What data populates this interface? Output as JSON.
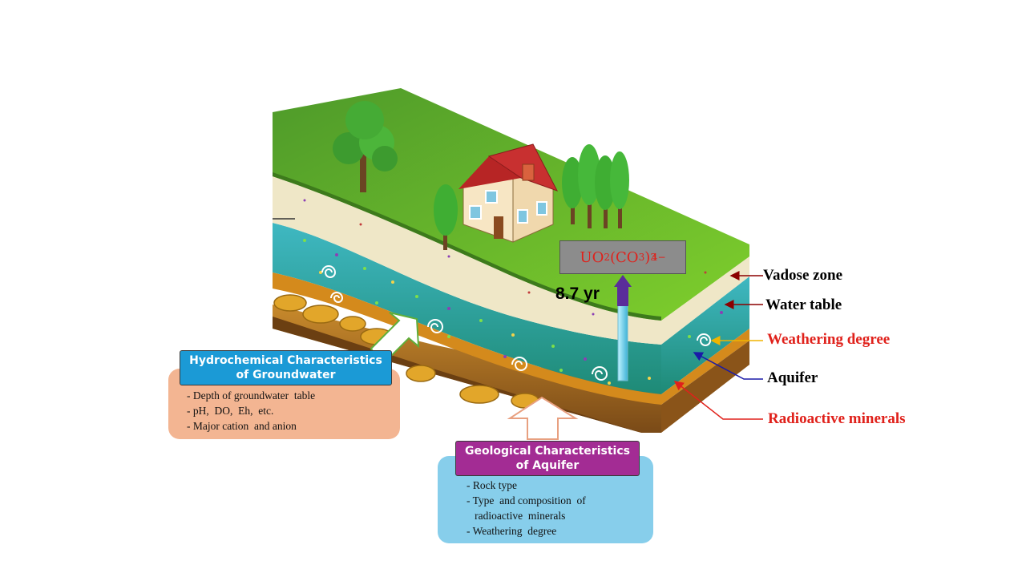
{
  "formula": {
    "base": "UO",
    "sub1": "2",
    "mid": "(CO",
    "sub2": "3",
    "close": ")",
    "sub3": "3",
    "sup": "4−"
  },
  "travel_time": "8.7 yr",
  "labels": {
    "vadose_zone": "Vadose zone",
    "water_table": "Water table",
    "weathering_degree": "Weathering  degree",
    "aquifer": "Aquifer",
    "radioactive_minerals": "Radioactive minerals"
  },
  "colors": {
    "label_black": "#000000",
    "label_red": "#e0211b",
    "arrow_darkred": "#8b0000",
    "arrow_orange": "#f0b400",
    "arrow_blue": "#1a1aa8",
    "arrow_red": "#e0211b",
    "hydro_title_bg": "#1b9ad6",
    "hydro_box_bg": "#f3b592",
    "geo_title_bg": "#a32c94",
    "geo_box_bg": "#87ceeb"
  },
  "hydro_box": {
    "title_line1": "Hydrochemical Characteristics",
    "title_line2": "of Groundwater",
    "items": [
      "- Depth of groundwater  table",
      "- pH,  DO,  Eh,  etc.",
      "- Major cation  and anion"
    ]
  },
  "geo_box": {
    "title_line1": "Geological Characteristics",
    "title_line2": "of Aquifer",
    "items": [
      "- Rock type",
      "- Type  and composition  of",
      "   radioactive  minerals",
      "- Weathering  degree"
    ]
  }
}
